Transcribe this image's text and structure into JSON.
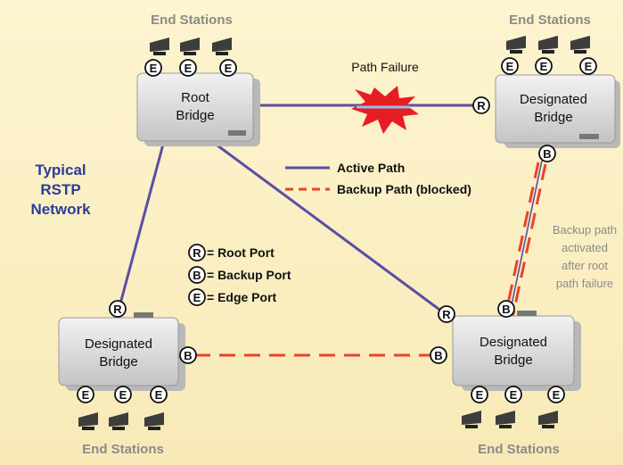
{
  "diagram": {
    "title_lines": [
      "Typical",
      "RSTP",
      "Network"
    ],
    "end_stations_label": "End Stations",
    "root_bridge_lines": [
      "Root",
      "Bridge"
    ],
    "designated_bridge_lines": [
      "Designated",
      "Bridge"
    ],
    "path_failure_label": "Path Failure",
    "legend": {
      "active_path": "Active Path",
      "backup_path": "Backup Path (blocked)"
    },
    "port_legend": {
      "root": "= Root Port",
      "backup": "= Backup Port",
      "edge": "= Edge Port"
    },
    "port_letters": {
      "root": "R",
      "backup": "B",
      "edge": "E"
    },
    "backup_note_lines": [
      "Backup path",
      "activated",
      "after root",
      "path failure"
    ],
    "colors": {
      "background": "#fbf1c8",
      "active_path": "#5a4fa3",
      "backup_path": "#e8442a",
      "title": "#2a3d9a",
      "note": "#8a8a8a",
      "bridge_fill": "#dcdcdc",
      "failure_burst": "#e81c24"
    }
  }
}
